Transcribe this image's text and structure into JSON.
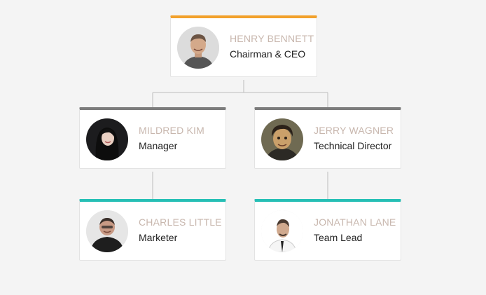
{
  "colors": {
    "background": "#f4f4f4",
    "card": "#ffffff",
    "name_text": "#c8b7ae",
    "title_text": "#222222",
    "connector": "#bdbdbd",
    "accent_level_1": "#f2a12b",
    "accent_level_2": "#7c7c7c",
    "accent_level_3": "#26bfb5"
  },
  "org": {
    "root": {
      "name": "HENRY BENNETT",
      "title": "Chairman & CEO",
      "avatar": "person-avatar-icon"
    },
    "level2": [
      {
        "name": "MILDRED KIM",
        "title": "Manager",
        "avatar": "person-avatar-icon"
      },
      {
        "name": "JERRY WAGNER",
        "title": "Technical Director",
        "avatar": "person-avatar-icon"
      }
    ],
    "level3": [
      {
        "name": "CHARLES LITTLE",
        "title": "Marketer",
        "avatar": "person-avatar-icon",
        "reports_to": "MILDRED KIM"
      },
      {
        "name": "JONATHAN LANE",
        "title": "Team Lead",
        "avatar": "person-avatar-icon",
        "reports_to": "JERRY WAGNER"
      }
    ]
  }
}
